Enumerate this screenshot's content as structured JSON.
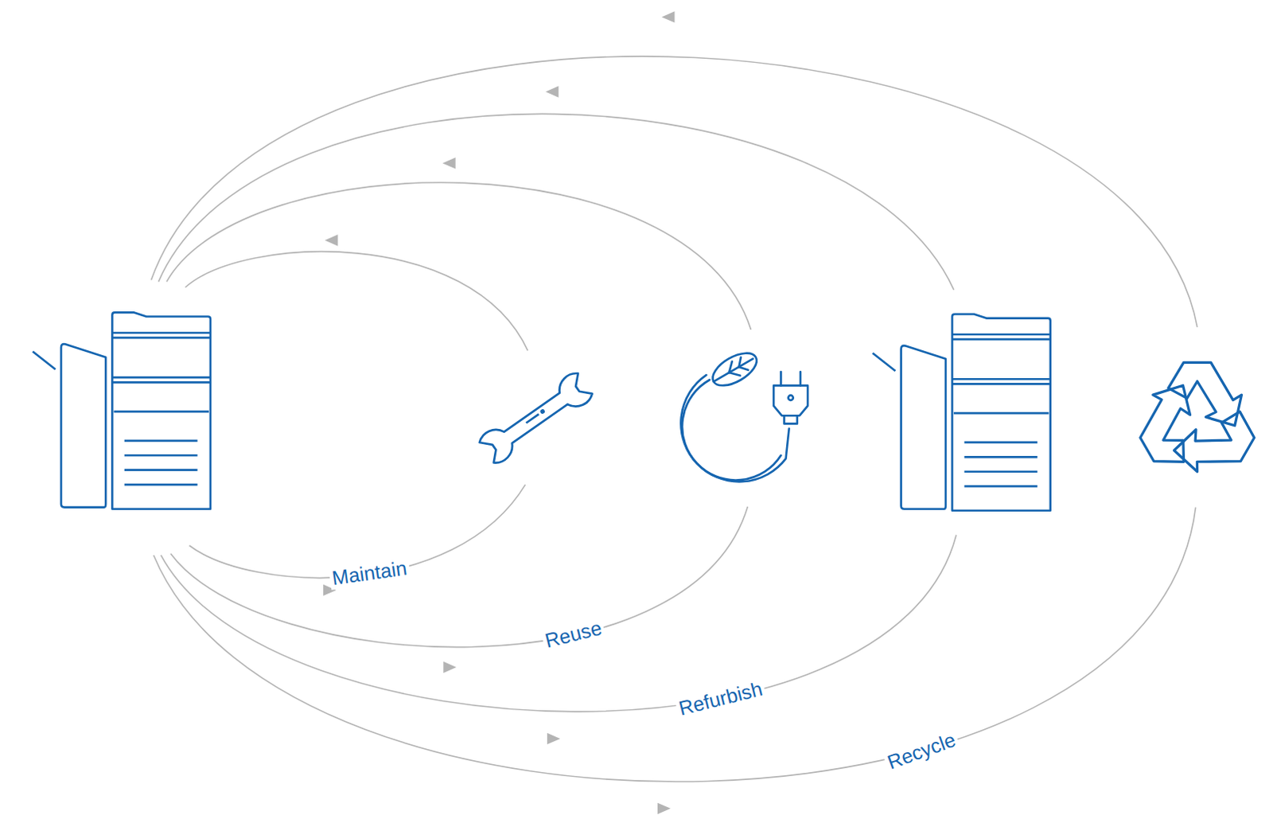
{
  "diagram": {
    "labels": [
      "Maintain",
      "Reuse",
      "Refurbish",
      "Recycle"
    ]
  }
}
